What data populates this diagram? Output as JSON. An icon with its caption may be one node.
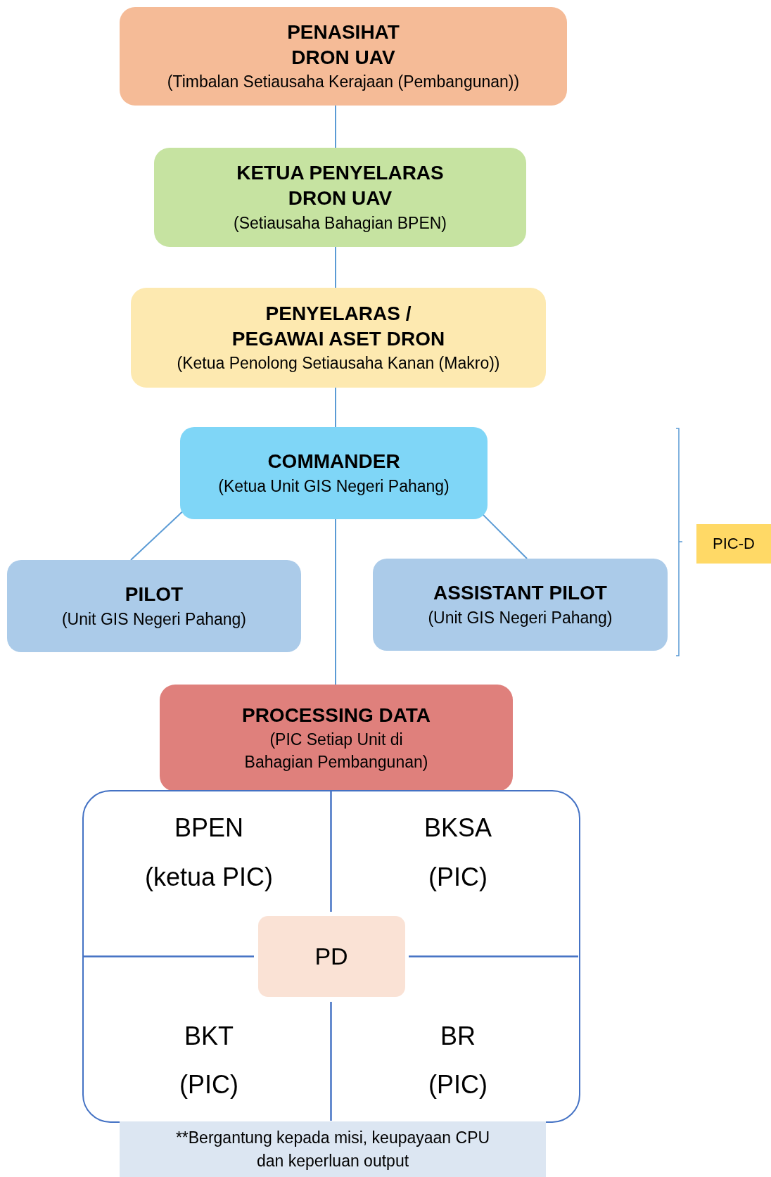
{
  "diagram": {
    "nodes": [
      {
        "text": [
          "PENASIHAT DRON UAV",
          "(Timbalan Setiausaha Kerajaan (Pembangunan))"
        ]
      },
      {
        "text": [
          "KETUA PENYELARAS DRON UAV",
          "(Setiausaha Bahagian BPEN)"
        ]
      },
      {
        "text": [
          "PENYELARAS / PEGAWAI ASET DRON",
          "(Ketua Penolong Setiausaha Kanan (Makro))"
        ]
      },
      {
        "text": [
          "COMMANDER",
          "(Ketua Unit GIS Negeri Pahang)"
        ]
      },
      {
        "text": [
          "PILOT",
          "(Unit GIS Negeri Pahang)"
        ]
      },
      {
        "text": [
          "ASSISTANT PILOT",
          "(Unit GIS Negeri Pahang)"
        ]
      },
      {
        "text": [
          "PIC-D"
        ]
      },
      {
        "text": [
          "PROCESSING DATA",
          "(PIC Setiap Unit di Bahagian Pembangunan)"
        ]
      },
      {
        "text": [
          "BPEN",
          "(ketua PIC)",
          "BKSA",
          "(PIC)",
          "BKT",
          "(PIC)",
          "BR",
          "(PIC)"
        ]
      },
      {
        "text": [
          "PD"
        ],
        "in": 8
      },
      {
        "text": [
          "**Bergantung kepada misi, keupayaan CPU dan keperluan output"
        ]
      }
    ],
    "edges": [
      {
        "from": 0,
        "to": 1,
        "arrow": "none"
      },
      {
        "from": 1,
        "to": 2,
        "arrow": "none"
      },
      {
        "from": 2,
        "to": 3,
        "arrow": "none"
      },
      {
        "from": 3,
        "to": 4,
        "arrow": "none"
      },
      {
        "from": 3,
        "to": 5,
        "arrow": "none"
      },
      {
        "from": 3,
        "to": 7,
        "arrow": "none"
      }
    ]
  }
}
